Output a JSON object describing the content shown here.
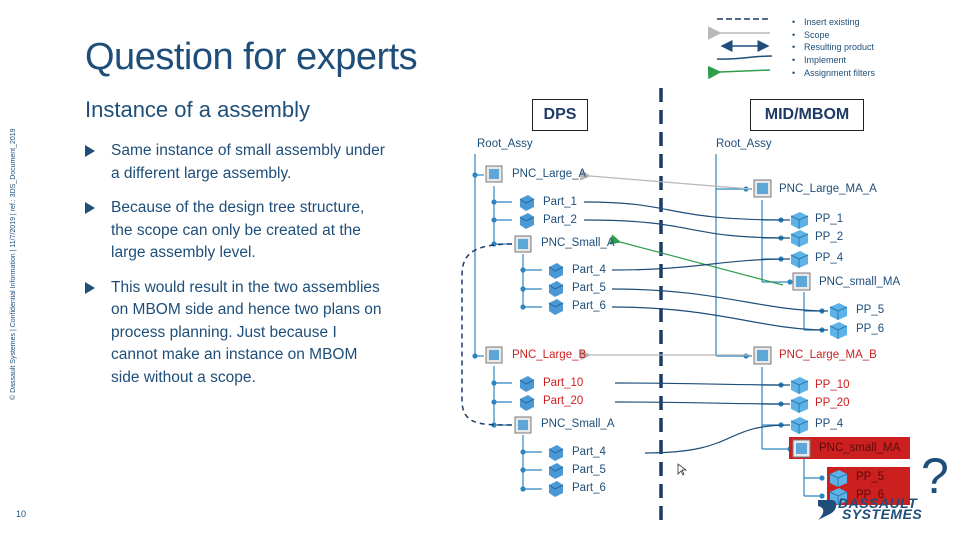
{
  "slide": {
    "title": "Question for experts",
    "subtitle": "Instance of a assembly",
    "bullets": [
      "Same instance of small assembly under a different large assembly.",
      "Because of the design tree structure, the scope can only be created at the large assembly level.",
      "This would result in the two assemblies on MBOM side and hence two plans on process planning. Just because I cannot make an instance on MBOM side without a scope."
    ],
    "side_text": "© Dassault Systemes | Confidential Information | 11/7/2019 | ref.: 3DS_Document_2019",
    "page_number": "10",
    "question_mark": "?",
    "logo_line1": "DASSAULT",
    "logo_line2": "SYSTEMES"
  },
  "legend": {
    "items": [
      "Insert existing",
      "Scope",
      "Resulting product",
      "Implement",
      "Assignment filters"
    ]
  },
  "diagram": {
    "dps_header": "DPS",
    "mbom_header": "MID/MBOM",
    "dps_root": "Root_Assy",
    "mbom_root": "Root_Assy",
    "dps_nodes": {
      "large_a": "PNC_Large_A",
      "part_1": "Part_1",
      "part_2": "Part_2",
      "small_a1": "PNC_Small_A",
      "part_4a": "Part_4",
      "part_5a": "Part_5",
      "part_6a": "Part_6",
      "large_b": "PNC_Large_B",
      "part_10": "Part_10",
      "part_20": "Part_20",
      "small_a2": "PNC_Small_A",
      "part_4b": "Part_4",
      "part_5b": "Part_5",
      "part_6b": "Part_6"
    },
    "mbom_nodes": {
      "large_ma_a": "PNC_Large_MA_A",
      "pp_1": "PP_1",
      "pp_2": "PP_2",
      "pp_4a": "PP_4",
      "small_ma1": "PNC_small_MA",
      "pp_5a": "PP_5",
      "pp_6a": "PP_6",
      "large_ma_b": "PNC_Large_MA_B",
      "pp_10": "PP_10",
      "pp_20": "PP_20",
      "pp_4b": "PP_4",
      "small_ma2": "PNC_small_MA",
      "pp_5b": "PP_5",
      "pp_6b": "PP_6"
    },
    "colors": {
      "primary": "#1e4e79",
      "tree_line": "#2e86c1",
      "highlight": "#cc1f1f",
      "scope_arrow": "#b8b8b8",
      "filter_arrow": "#2e9e4a"
    }
  }
}
